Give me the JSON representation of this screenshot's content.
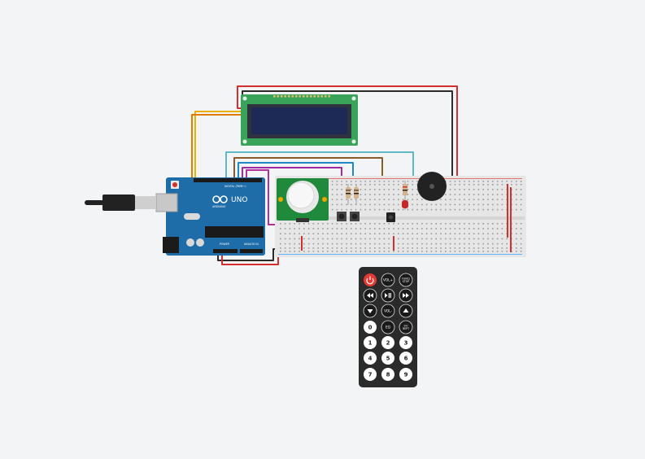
{
  "arduino": {
    "brand_arduino": "ARDUINO",
    "brand_uno": "UNO",
    "label_digital": "DIGITAL (PWM~)",
    "label_power": "POWER",
    "label_analog": "ANALOG IN",
    "logo_icon": "infinity-icon"
  },
  "remote": {
    "buttons": [
      {
        "label": "",
        "icon": "power-icon"
      },
      {
        "label": "VOL+",
        "icon": ""
      },
      {
        "label": "FUNC/ STOP",
        "icon": ""
      },
      {
        "label": "",
        "icon": "rewind-icon"
      },
      {
        "label": "",
        "icon": "play-pause-icon"
      },
      {
        "label": "",
        "icon": "fast-forward-icon"
      },
      {
        "label": "",
        "icon": "down-arrow-icon"
      },
      {
        "label": "VOL-",
        "icon": ""
      },
      {
        "label": "",
        "icon": "up-arrow-icon"
      },
      {
        "label": "0",
        "icon": ""
      },
      {
        "label": "EQ",
        "icon": ""
      },
      {
        "label": "ST/ REPT",
        "icon": ""
      },
      {
        "label": "1",
        "icon": ""
      },
      {
        "label": "2",
        "icon": ""
      },
      {
        "label": "3",
        "icon": ""
      },
      {
        "label": "4",
        "icon": ""
      },
      {
        "label": "5",
        "icon": ""
      },
      {
        "label": "6",
        "icon": ""
      },
      {
        "label": "7",
        "icon": ""
      },
      {
        "label": "8",
        "icon": ""
      },
      {
        "label": "9",
        "icon": ""
      }
    ]
  },
  "colors": {
    "background": "#f2f4f6",
    "arduino_board": "#1f6da8",
    "lcd_pcb": "#3aa35a",
    "lcd_screen": "#1d2a55",
    "pir_pcb": "#1f8a3b",
    "breadboard": "#e6e6e6",
    "remote_body": "#2b2b2b",
    "power_button": "#e53935",
    "wire_red": "#d32f2f",
    "wire_black": "#2b2b2b",
    "wire_yellow": "#e8b000",
    "wire_orange": "#e07b00",
    "wire_purple": "#a02aa0",
    "wire_blue": "#1e88c8",
    "wire_teal": "#5fb8c8",
    "wire_brown": "#8a5a2b",
    "led_red": "#c62828"
  }
}
